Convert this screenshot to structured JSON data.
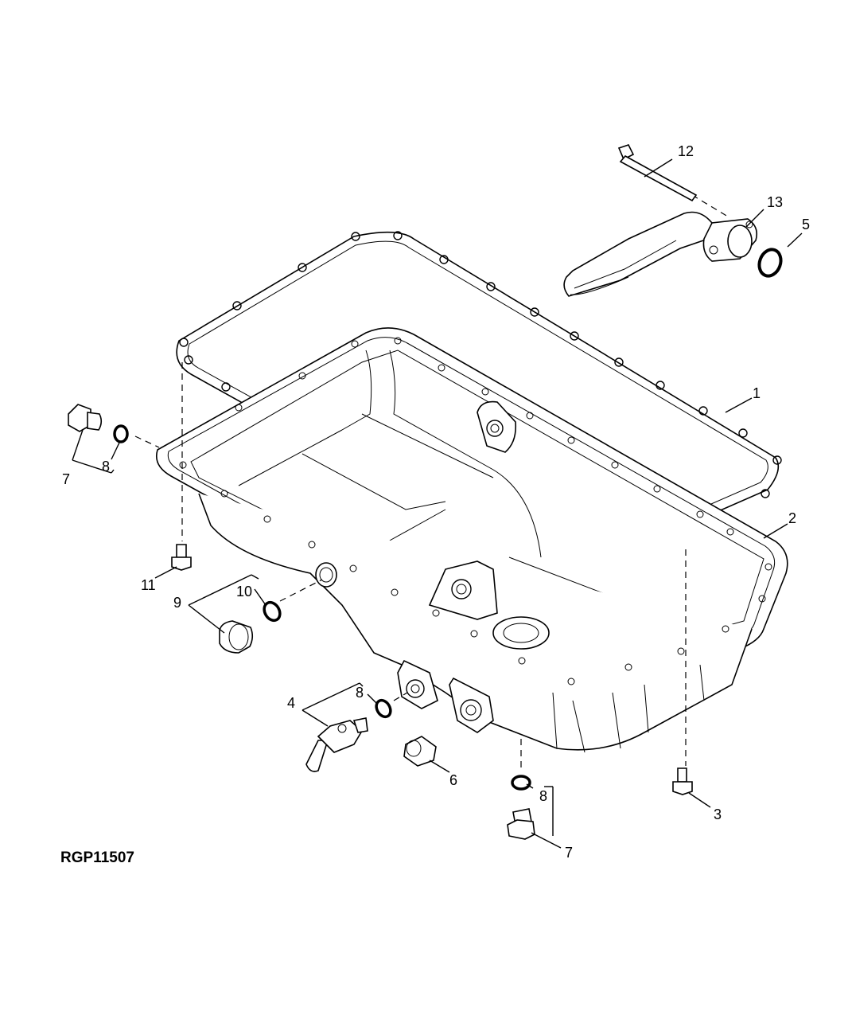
{
  "figure_id": "RGP11507",
  "callouts": {
    "c1": "1",
    "c2": "2",
    "c3": "3",
    "c4": "4",
    "c5": "5",
    "c6": "6",
    "c7a": "7",
    "c7b": "7",
    "c8a": "8",
    "c8b": "8",
    "c8c": "8",
    "c9": "9",
    "c10": "10",
    "c11": "11",
    "c12": "12",
    "c13": "13"
  }
}
